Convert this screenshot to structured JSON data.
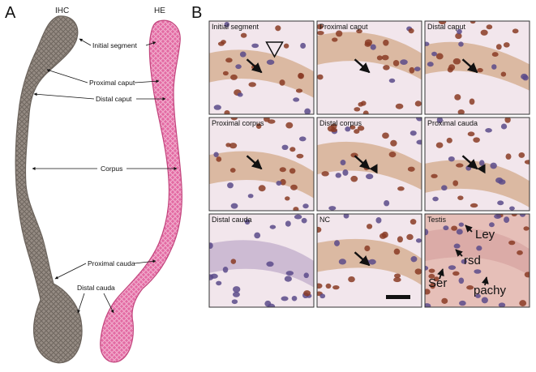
{
  "panel_a": {
    "letter": "A",
    "column_labels": [
      "IHC",
      "HE"
    ],
    "region_labels": [
      "Initial segment",
      "Proximal caput",
      "Distal caput",
      "Corpus",
      "Proximal cauda",
      "Distal cauda"
    ]
  },
  "panel_b": {
    "letter": "B",
    "tiles": [
      {
        "label": "Initial segment",
        "marker": "arrow+open-arrowhead"
      },
      {
        "label": "Proximal caput",
        "marker": "arrow"
      },
      {
        "label": "Distal caput",
        "marker": "arrow"
      },
      {
        "label": "Proximal corpus",
        "marker": "arrow"
      },
      {
        "label": "Distal corpus",
        "marker": "arrowhead"
      },
      {
        "label": "Proximal cauda",
        "marker": "arrowhead"
      },
      {
        "label": "Distal cauda",
        "marker": "none"
      },
      {
        "label": "NC",
        "marker": "arrow"
      },
      {
        "label": "Testis",
        "marker": "labels"
      }
    ],
    "testis_cell_labels": [
      "Ley",
      "rsd",
      "Ser",
      "pachy"
    ]
  },
  "colors": {
    "ihc_tissue": "#8a8078",
    "he_tissue": "#e0609a",
    "ihc_background": "#e8c9a6",
    "he_background": "#f2e6ec",
    "nucleus_brown": "#8a3b25",
    "nucleus_purple": "#5b4a8a"
  }
}
